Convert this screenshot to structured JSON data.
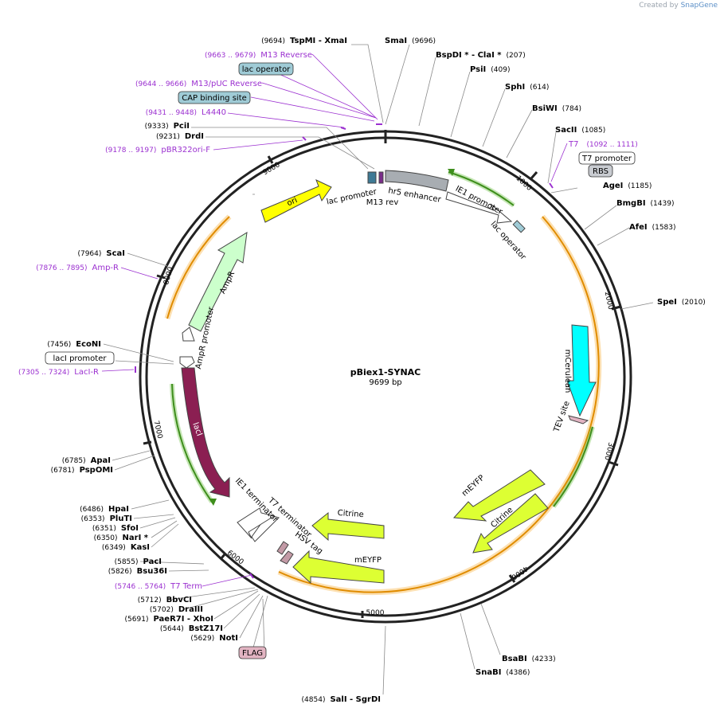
{
  "credit": {
    "prefix": "Created by",
    "brand": "SnapGene"
  },
  "plasmid": {
    "name": "pBiex1-SYNAC",
    "size": "9699 bp"
  },
  "ticks": [
    "1000",
    "2000",
    "3000",
    "4000",
    "5000",
    "6000",
    "7000",
    "8000",
    "9000"
  ],
  "sites_right": [
    {
      "name": "SmaI",
      "pos": "(9696)"
    },
    {
      "name": "BspDI *  -  ClaI *",
      "pos": "(207)"
    },
    {
      "name": "PsiI",
      "pos": "(409)"
    },
    {
      "name": "SphI",
      "pos": "(614)"
    },
    {
      "name": "BsiWI",
      "pos": "(784)"
    },
    {
      "name": "SacII",
      "pos": "(1085)"
    },
    {
      "name": "AgeI",
      "pos": "(1185)"
    },
    {
      "name": "BmgBI",
      "pos": "(1439)"
    },
    {
      "name": "AfeI",
      "pos": "(1583)"
    },
    {
      "name": "SpeI",
      "pos": "(2010)"
    },
    {
      "name": "BsaBI",
      "pos": "(4233)"
    },
    {
      "name": "SnaBI",
      "pos": "(4386)"
    }
  ],
  "sites_left": [
    {
      "pos": "(9694)",
      "name": "TspMI  -  XmaI"
    },
    {
      "pos": "(9333)",
      "name": "PciI"
    },
    {
      "pos": "(9231)",
      "name": "DrdI"
    },
    {
      "pos": "(7964)",
      "name": "ScaI"
    },
    {
      "pos": "(7456)",
      "name": "EcoNI"
    },
    {
      "pos": "(6785)",
      "name": "ApaI"
    },
    {
      "pos": "(6781)",
      "name": "PspOMI"
    },
    {
      "pos": "(6486)",
      "name": "HpaI"
    },
    {
      "pos": "(6353)",
      "name": "PluTI"
    },
    {
      "pos": "(6351)",
      "name": "SfoI"
    },
    {
      "pos": "(6350)",
      "name": "NarI *"
    },
    {
      "pos": "(6349)",
      "name": "KasI"
    },
    {
      "pos": "(5855)",
      "name": "PacI"
    },
    {
      "pos": "(5826)",
      "name": "Bsu36I"
    },
    {
      "pos": "(5712)",
      "name": "BbvCI"
    },
    {
      "pos": "(5702)",
      "name": "DraIII"
    },
    {
      "pos": "(5691)",
      "name": "PaeR7I  -  XhoI"
    },
    {
      "pos": "(5644)",
      "name": "BstZ17I"
    },
    {
      "pos": "(5629)",
      "name": "NotI"
    },
    {
      "pos": "(4854)",
      "name": "SalI  -  SgrDI"
    }
  ],
  "feature_labels": {
    "m13rev": {
      "range": "(9663 .. 9679)",
      "name": "M13 Reverse"
    },
    "m13puc": {
      "range": "(9644 .. 9666)",
      "name": "M13/pUC Reverse"
    },
    "l4440": {
      "range": "(9431 .. 9448)",
      "name": "L4440"
    },
    "pbr322": {
      "range": "(9178 .. 9197)",
      "name": "pBR322ori-F"
    },
    "ampr": {
      "range": "(7876 .. 7895)",
      "name": "Amp-R"
    },
    "lacir": {
      "range": "(7305 .. 7324)",
      "name": "LacI-R"
    },
    "t7term": {
      "range": "(5746 .. 5764)",
      "name": "T7 Term"
    },
    "t7": {
      "name": "T7",
      "range": "(1092 .. 1111)"
    }
  },
  "boxes": {
    "lac_operator": "lac operator",
    "cap": "CAP binding site",
    "laci_promoter": "lacI promoter",
    "t7_promoter": "T7 promoter",
    "rbs": "RBS",
    "flag": "FLAG"
  },
  "inner_labels": {
    "ori": "ori",
    "lac_promoter": "lac promoter",
    "m13_rev": "M13 rev",
    "hr5": "hr5 enhancer",
    "ie1_promoter": "IE1 promoter",
    "lac_operator": "lac operator",
    "amp_r": "AmpR",
    "ampr_promoter": "AmpR promoter",
    "laci": "lacI",
    "mcerulean": "mCerulean",
    "tev": "TEV site",
    "meyfp_a": "mEYFP",
    "citrine_a": "Citrine",
    "citrine_b": "Citrine",
    "meyfp_b": "mEYFP",
    "hsv": "HSV tag",
    "t7_terminator": "T7 terminator",
    "ie1_terminator": "IE1 terminator"
  },
  "colors": {
    "backbone": "#222222",
    "enzyme_line": "#8a8a8a",
    "feature_text": "#9b30d0",
    "ori": "#ffff00",
    "ampr": "#ccffcc",
    "laci": "#8b1f52",
    "mcerulean": "#00ffff",
    "yfp": "#ddff33",
    "hr5": "#a8adb2",
    "orange_orf": "#f5a623",
    "green_orf": "#5cb82e",
    "box_blue": "#9fcbd6",
    "box_grey": "#c9ccd1",
    "box_pink": "#e2b4c2"
  }
}
